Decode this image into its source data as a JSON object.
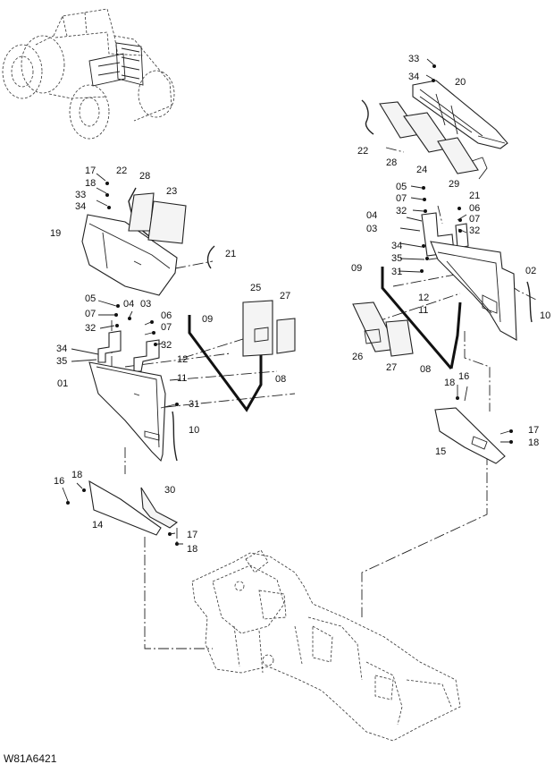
{
  "drawing_code": "W81A6421",
  "callouts": {
    "c_33r": "33",
    "c_34r": "34",
    "c_20": "20",
    "c_22r": "22",
    "c_28r": "28",
    "c_24": "24",
    "c_29r": "29",
    "c_21r": "21",
    "c_05r": "05",
    "c_07r": "07",
    "c_32r": "32",
    "c_06r": "06",
    "c_07r2": "07",
    "c_04r": "04",
    "c_03r": "03",
    "c_32r2": "32",
    "c_34r2": "34",
    "c_35r": "35",
    "c_31r": "31",
    "c_09r": "09",
    "c_02": "02",
    "c_12r": "12",
    "c_11r": "11",
    "c_10r": "10",
    "c_26r": "26",
    "c_27r": "27",
    "c_08r": "08",
    "c_18r": "18",
    "c_16r": "16",
    "c_17r": "17",
    "c_18r2": "18",
    "c_15": "15",
    "c_17l": "17",
    "c_22l": "22",
    "c_28l": "28",
    "c_18l": "18",
    "c_23": "23",
    "c_33l": "33",
    "c_34l": "34",
    "c_19": "19",
    "c_21l": "21",
    "c_25": "25",
    "c_27l": "27",
    "c_05l": "05",
    "c_04l": "04",
    "c_03l": "03",
    "c_07l": "07",
    "c_06l": "06",
    "c_09l": "09",
    "c_32l": "32",
    "c_07l2": "07",
    "c_32l2": "32",
    "c_34l2": "34",
    "c_35l": "35",
    "c_12l": "12",
    "c_11l": "11",
    "c_08l": "08",
    "c_01": "01",
    "c_31l": "31",
    "c_10l": "10",
    "c_16l": "16",
    "c_18l2": "18",
    "c_30": "30",
    "c_14": "14",
    "c_17l2": "17",
    "c_18l3": "18"
  }
}
